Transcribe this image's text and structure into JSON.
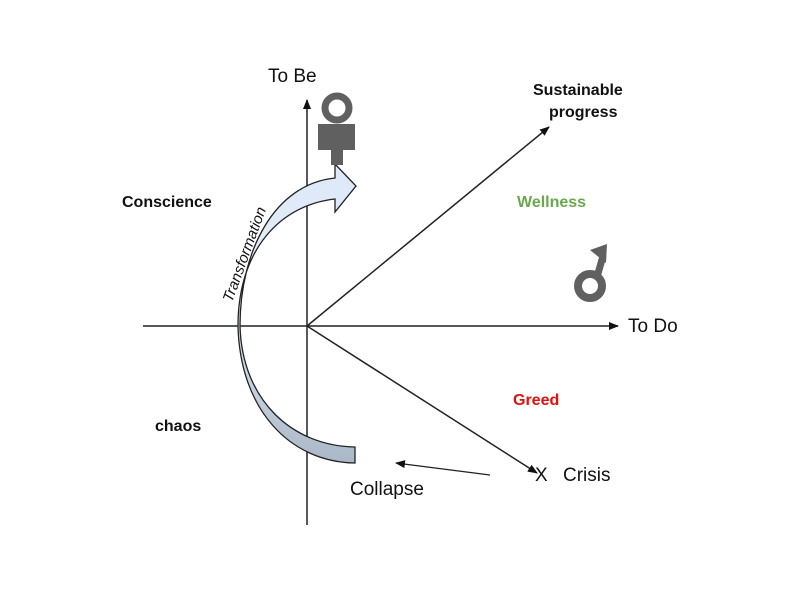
{
  "axes": {
    "y_label": "To Be",
    "x_label": "To Do"
  },
  "labels": {
    "sustainable_line1": "Sustainable",
    "sustainable_line2": "progress",
    "wellness": "Wellness",
    "conscience": "Conscience",
    "chaos": "chaos",
    "greed": "Greed",
    "crisis_marker": "X",
    "crisis": "Crisis",
    "collapse": "Collapse",
    "transformation": "Transformation"
  },
  "colors": {
    "wellness": "#6aa84f",
    "greed": "#e01010",
    "symbol": "#606060"
  },
  "icons": [
    "female-symbol-icon",
    "male-symbol-icon"
  ]
}
